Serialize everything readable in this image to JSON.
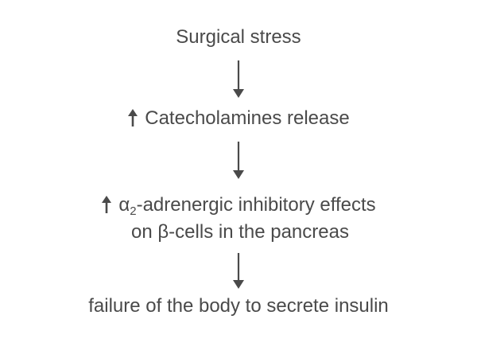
{
  "nodes": {
    "n1": {
      "text": "Surgical stress"
    },
    "n2": {
      "text": "Catecholamines release",
      "prefix_icon": "up-arrow-icon"
    },
    "n3": {
      "alpha": "α",
      "subscript": "2",
      "line1_rest": "-adrenergic inhibitory effects",
      "line2": "on β-cells in the pancreas",
      "prefix_icon": "up-arrow-icon"
    },
    "n4": {
      "text": "failure of the body to secrete insulin"
    }
  },
  "edges": [
    {
      "from": "n1",
      "to": "n2",
      "icon": "down-arrow-icon"
    },
    {
      "from": "n2",
      "to": "n3",
      "icon": "down-arrow-icon"
    },
    {
      "from": "n3",
      "to": "n4",
      "icon": "down-arrow-icon"
    }
  ],
  "colors": {
    "text": "#4a4a4a",
    "arrow": "#4a4a4a",
    "background": "#ffffff"
  }
}
